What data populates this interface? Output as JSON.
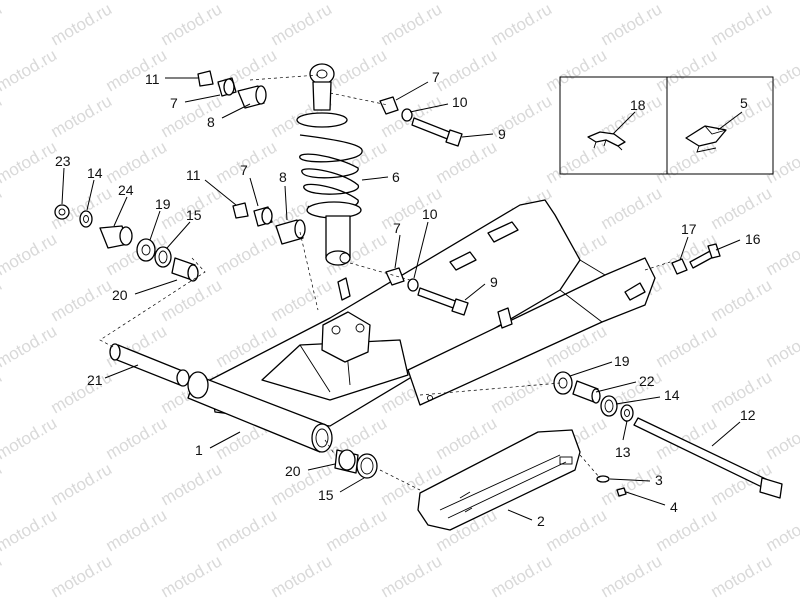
{
  "watermark": "motod.ru",
  "callouts": {
    "c1": "1",
    "c2": "2",
    "c3": "3",
    "c4": "4",
    "c5": "5",
    "c6": "6",
    "c7a": "7",
    "c7b": "7",
    "c7c": "7",
    "c7d": "7",
    "c8a": "8",
    "c8b": "8",
    "c9a": "9",
    "c9b": "9",
    "c10a": "10",
    "c10b": "10",
    "c11a": "11",
    "c11b": "11",
    "c12": "12",
    "c13": "13",
    "c14a": "14",
    "c14b": "14",
    "c15a": "15",
    "c15b": "15",
    "c16": "16",
    "c17": "17",
    "c18": "18",
    "c19a": "19",
    "c19b": "19",
    "c20a": "20",
    "c20b": "20",
    "c21": "21",
    "c22": "22",
    "c23": "23",
    "c24": "24"
  }
}
